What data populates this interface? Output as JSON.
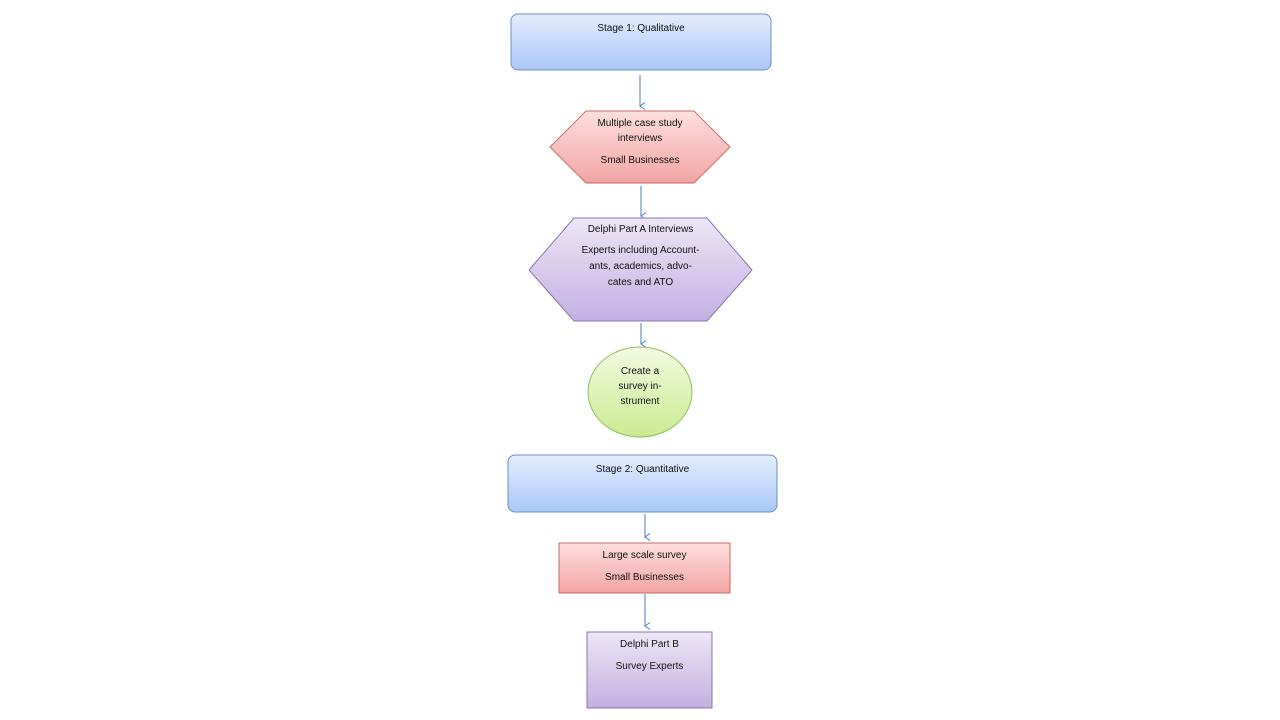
{
  "nodes": {
    "stage1": {
      "title": "Stage 1: Qualitative"
    },
    "case_study": {
      "line1": "Multiple case study",
      "line2": "interviews",
      "line3": "Small Businesses"
    },
    "delphi_a": {
      "title": "Delphi Part A Interviews",
      "line1": "Experts including Account-",
      "line2": "ants, academics, advo-",
      "line3": "cates and ATO"
    },
    "survey_instrument": {
      "line1": "Create a",
      "line2": "survey in-",
      "line3": "strument"
    },
    "stage2": {
      "title": "Stage 2: Quantitative"
    },
    "large_survey": {
      "line1": "Large scale survey",
      "line2": "Small Businesses"
    },
    "delphi_b": {
      "line1": "Delphi Part B",
      "line2": "Survey Experts"
    }
  },
  "colors": {
    "blue_top": "#e4edff",
    "blue_bottom": "#a9c8f7",
    "blue_stroke": "#6e8fc0",
    "red_top": "#fde0de",
    "red_bottom": "#f2a4a2",
    "red_stroke": "#c86b68",
    "purple_top": "#ede6f7",
    "purple_bottom": "#c3b0e1",
    "purple_stroke": "#8a74ad",
    "green_top": "#f3fbe2",
    "green_bottom": "#c9ea90",
    "green_stroke": "#94bd5b",
    "arrow": "#4a7cc0"
  }
}
